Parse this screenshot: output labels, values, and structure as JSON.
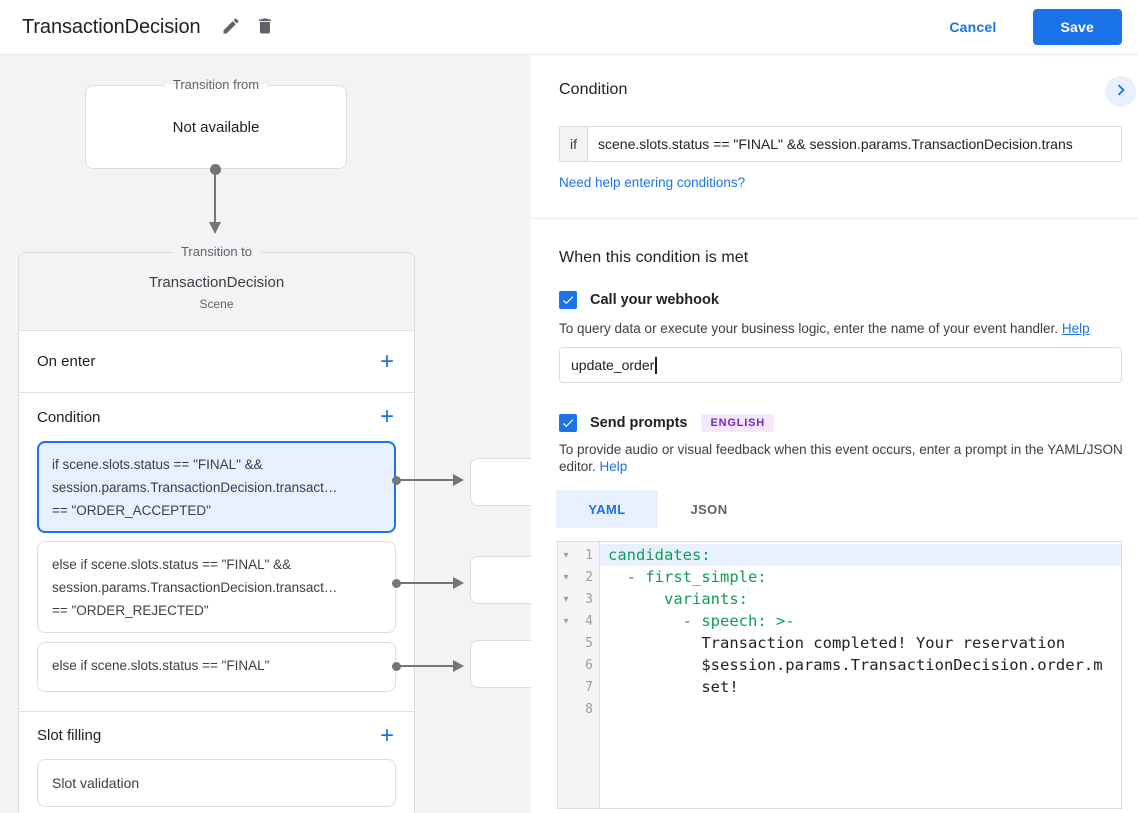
{
  "appearance": {
    "accent_blue": "#1a73e8",
    "selection_blue_bg": "#e8f0fe",
    "badge_purple": "#7627bb",
    "badge_purple_bg": "#f4e8fd",
    "syntax_green": "#0f9d58",
    "canvas_gray": "#f1f3f4"
  },
  "topbar": {
    "title": "TransactionDecision",
    "cancel_label": "Cancel",
    "save_label": "Save"
  },
  "canvas": {
    "transition_from": {
      "label": "Transition from",
      "value": "Not available"
    },
    "transition_to": {
      "label": "Transition to",
      "title": "TransactionDecision",
      "subtitle": "Scene"
    },
    "on_enter": {
      "label": "On enter",
      "add": "+"
    },
    "condition": {
      "label": "Condition",
      "add": "+",
      "items": [
        {
          "lines": [
            "if scene.slots.status == \"FINAL\" &&",
            "session.params.TransactionDecision.transact…",
            "== \"ORDER_ACCEPTED\""
          ]
        },
        {
          "lines": [
            "else if scene.slots.status == \"FINAL\" &&",
            "session.params.TransactionDecision.transact…",
            "== \"ORDER_REJECTED\""
          ]
        },
        {
          "lines": [
            "else if scene.slots.status == \"FINAL\""
          ]
        }
      ]
    },
    "slot_filling": {
      "label": "Slot filling",
      "add": "+",
      "item": "Slot validation"
    }
  },
  "panel": {
    "condition": {
      "heading": "Condition",
      "if_label": "if",
      "if_value": "scene.slots.status == \"FINAL\" && session.params.TransactionDecision.trans",
      "help_link": "Need help entering conditions?"
    },
    "when_met": {
      "heading": "When this condition is met",
      "webhook": {
        "label": "Call your webhook",
        "desc": "To query data or execute your business logic, enter the name of your event handler.",
        "help": "Help",
        "value": "update_order"
      },
      "prompts": {
        "label": "Send prompts",
        "badge": "ENGLISH",
        "desc": "To provide audio or visual feedback when this event occurs, enter a prompt in the YAML/JSON editor.",
        "help": "Help"
      },
      "tabs": {
        "yaml": "YAML",
        "json": "JSON"
      },
      "editor": {
        "lines": [
          {
            "num": "1",
            "text": "candidates:"
          },
          {
            "num": "2",
            "text": "  - first_simple:"
          },
          {
            "num": "3",
            "text": "      variants:"
          },
          {
            "num": "4",
            "text": "        - speech: >-"
          },
          {
            "num": "5",
            "text": "          Transaction completed! Your reservation"
          },
          {
            "num": "6",
            "text": "          $session.params.TransactionDecision.order.m"
          },
          {
            "num": "7",
            "text": "          set!"
          },
          {
            "num": "8",
            "text": ""
          }
        ]
      }
    }
  }
}
